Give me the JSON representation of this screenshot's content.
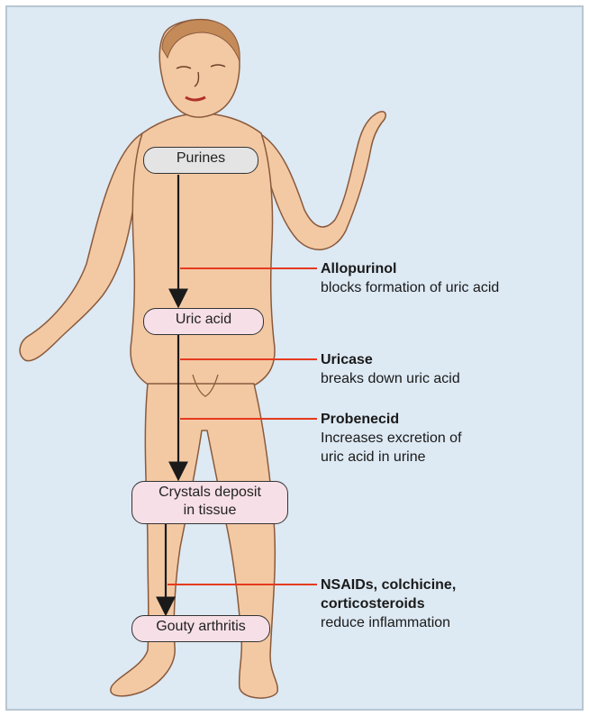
{
  "colors": {
    "background": "#dde9f3",
    "skin": "#f3c9a4",
    "skin_outline": "#8a5a3c",
    "hair": "#c48a58",
    "box_fill": "#f6dfe6",
    "purines_fill": "#e4e4e4",
    "pathway_arrow": "#1a1a1a",
    "drug_line": "#e53a1e"
  },
  "pathway": {
    "purines": "Purines",
    "uric_acid": "Uric acid",
    "crystals_line1": "Crystals deposit",
    "crystals_line2": "in tissue",
    "gouty_arthritis": "Gouty arthritis"
  },
  "drugs": {
    "allopurinol": {
      "name": "Allopurinol",
      "desc": "blocks formation of uric acid"
    },
    "uricase": {
      "name": "Uricase",
      "desc": "breaks down uric acid"
    },
    "probenecid": {
      "name": "Probenecid",
      "desc1": "Increases excretion of",
      "desc2": "uric acid in urine"
    },
    "nsaids": {
      "name1": "NSAIDs, colchicine,",
      "name2": "corticosteroids",
      "desc": "reduce inflammation"
    }
  }
}
